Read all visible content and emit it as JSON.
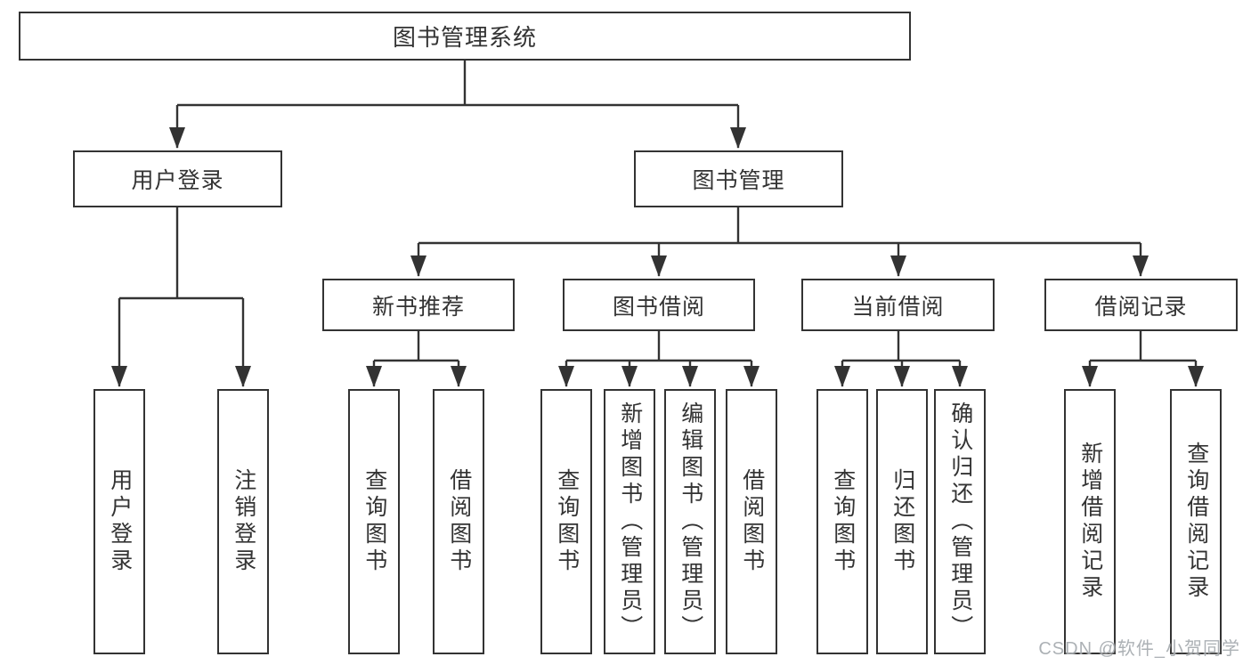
{
  "diagram": {
    "type": "hierarchy-tree",
    "line_color": "#333333",
    "box_border_color": "#333333",
    "text_color": "#333333",
    "background_color": "#ffffff"
  },
  "nodes": {
    "root": {
      "label": "图书管理系统"
    },
    "level2": [
      {
        "id": "user-login",
        "label": "用户登录"
      },
      {
        "id": "book-management",
        "label": "图书管理"
      }
    ],
    "level3": [
      {
        "id": "new-book-recommendation",
        "label": "新书推荐"
      },
      {
        "id": "book-borrowing",
        "label": "图书借阅"
      },
      {
        "id": "current-borrowing",
        "label": "当前借阅"
      },
      {
        "id": "borrowing-records",
        "label": "借阅记录"
      }
    ],
    "leaves": [
      {
        "id": "user-login-leaf",
        "parent": "user-login",
        "label": "用户登录"
      },
      {
        "id": "logout",
        "parent": "user-login",
        "label": "注销登录"
      },
      {
        "id": "query-books-1",
        "parent": "new-book-recommendation",
        "label": "查询图书"
      },
      {
        "id": "borrow-books-1",
        "parent": "new-book-recommendation",
        "label": "借阅图书"
      },
      {
        "id": "query-books-2",
        "parent": "book-borrowing",
        "label": "查询图书"
      },
      {
        "id": "add-books-admin",
        "parent": "book-borrowing",
        "label": "新增图书（管理员）"
      },
      {
        "id": "edit-books-admin",
        "parent": "book-borrowing",
        "label": "编辑图书（管理员）"
      },
      {
        "id": "borrow-books-2",
        "parent": "book-borrowing",
        "label": "借阅图书"
      },
      {
        "id": "query-books-3",
        "parent": "current-borrowing",
        "label": "查询图书"
      },
      {
        "id": "return-books",
        "parent": "current-borrowing",
        "label": "归还图书"
      },
      {
        "id": "confirm-return-admin",
        "parent": "current-borrowing",
        "label": "确认归还（管理员）"
      },
      {
        "id": "add-borrow-record",
        "parent": "borrowing-records",
        "label": "新增借阅记录"
      },
      {
        "id": "query-borrow-record",
        "parent": "borrowing-records",
        "label": "查询借阅记录"
      }
    ]
  },
  "watermark": {
    "text": "CSDN @软件_小贺同学",
    "color": "#9ea3a8"
  }
}
